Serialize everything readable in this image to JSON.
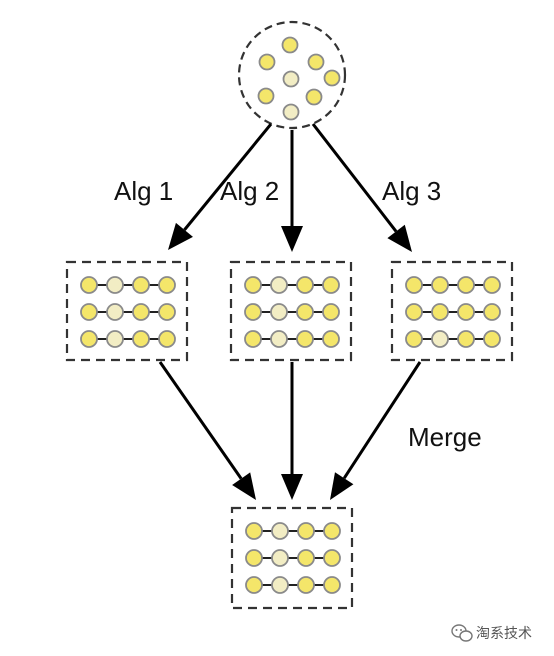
{
  "labels": {
    "alg1": "Alg 1",
    "alg2": "Alg 2",
    "alg3": "Alg 3",
    "merge": "Merge"
  },
  "watermark": {
    "text": "淘系技术",
    "icon": "wechat-icon"
  },
  "colors": {
    "node_yellow": "#f4e66a",
    "node_light": "#f2edc4",
    "node_stroke": "#8a8a8a",
    "edge": "#000000",
    "dashed_border": "#333333"
  },
  "source_cluster": {
    "nodes": [
      "yellow",
      "yellow",
      "yellow",
      "light",
      "yellow",
      "yellow",
      "light",
      "yellow"
    ]
  },
  "groups": [
    {
      "id": "alg1-result",
      "rows": [
        [
          "yellow",
          "light",
          "yellow",
          "yellow"
        ],
        [
          "yellow",
          "light",
          "yellow",
          "yellow"
        ],
        [
          "yellow",
          "light",
          "yellow",
          "yellow"
        ]
      ]
    },
    {
      "id": "alg2-result",
      "rows": [
        [
          "yellow",
          "light",
          "yellow",
          "yellow"
        ],
        [
          "yellow",
          "light",
          "yellow",
          "yellow"
        ],
        [
          "yellow",
          "light",
          "yellow",
          "yellow"
        ]
      ]
    },
    {
      "id": "alg3-result",
      "rows": [
        [
          "yellow",
          "yellow",
          "yellow",
          "yellow"
        ],
        [
          "yellow",
          "yellow",
          "yellow",
          "yellow"
        ],
        [
          "yellow",
          "light",
          "yellow",
          "yellow"
        ]
      ]
    },
    {
      "id": "merged-result",
      "rows": [
        [
          "yellow",
          "light",
          "yellow",
          "yellow"
        ],
        [
          "yellow",
          "light",
          "yellow",
          "yellow"
        ],
        [
          "yellow",
          "light",
          "yellow",
          "yellow"
        ]
      ]
    }
  ]
}
